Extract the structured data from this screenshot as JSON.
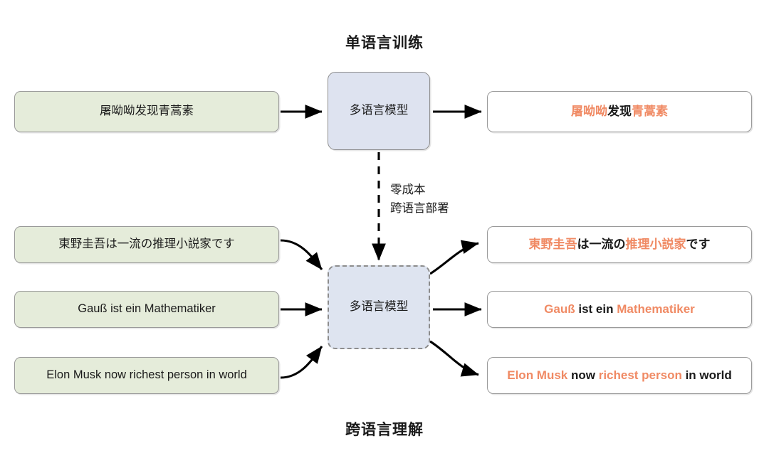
{
  "titles": {
    "top": "单语言训练",
    "bottom": "跨语言理解"
  },
  "model_box": {
    "top_label": "多语言模型",
    "bottom_label": "多语言模型"
  },
  "dashed_arrow": {
    "line1": "零成本",
    "line2": "跨语言部署"
  },
  "inputs": [
    {
      "id": "in-1",
      "text": "屠呦呦发现青蒿素"
    },
    {
      "id": "in-2",
      "text": "東野圭吾は一流の推理小説家です"
    },
    {
      "id": "in-3",
      "text": "Gauß ist ein Mathematiker"
    },
    {
      "id": "in-4",
      "text": "Elon Musk now richest person in world"
    }
  ],
  "outputs": [
    {
      "id": "out-1",
      "segments": [
        {
          "text": "屠呦呦",
          "highlight": true
        },
        {
          "text": "发现",
          "highlight": false
        },
        {
          "text": "青蒿素",
          "highlight": true
        }
      ]
    },
    {
      "id": "out-2",
      "segments": [
        {
          "text": "東野圭吾",
          "highlight": true
        },
        {
          "text": "は一流の",
          "highlight": false
        },
        {
          "text": "推理小説家",
          "highlight": true
        },
        {
          "text": "です",
          "highlight": false
        }
      ]
    },
    {
      "id": "out-3",
      "segments": [
        {
          "text": "Gauß ",
          "highlight": true
        },
        {
          "text": "ist ein ",
          "highlight": false
        },
        {
          "text": "Mathematiker",
          "highlight": true
        }
      ]
    },
    {
      "id": "out-4",
      "segments": [
        {
          "text": "Elon Musk ",
          "highlight": true
        },
        {
          "text": "now ",
          "highlight": false
        },
        {
          "text": "richest person ",
          "highlight": true
        },
        {
          "text": "in world",
          "highlight": false
        }
      ]
    }
  ],
  "colors": {
    "highlight": "#f08a64",
    "input_fill": "#e5ecda",
    "model_fill": "#dee3f0",
    "border": "#9a9a9a",
    "text": "#1a1a1a",
    "arrow": "#000000",
    "background": "#ffffff"
  }
}
